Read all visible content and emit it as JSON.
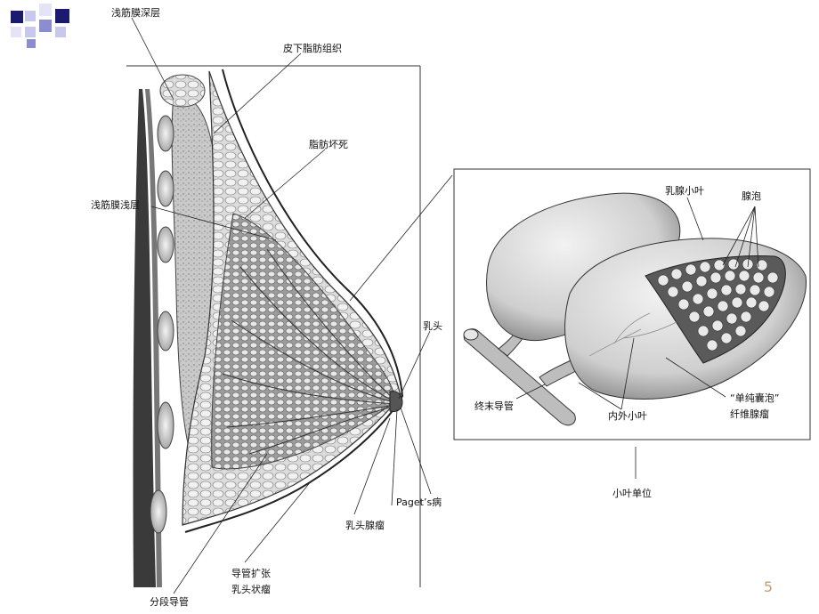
{
  "slide": {
    "page_number": "5",
    "accent_colors": [
      "#1a1a6e",
      "#8c8cd0",
      "#c8c8ee"
    ]
  },
  "breast_section": {
    "labels": {
      "deep_fascia": "浅筋膜深层",
      "subcutaneous_fat": "皮下脂肪组织",
      "fat_necrosis": "脂肪坏死",
      "superficial_fascia": "浅筋膜浅层",
      "nipple": "乳头",
      "pagets": "Paget’s病",
      "nipple_adenoma": "乳头腺瘤",
      "duct_ectasia": "导管扩张",
      "papilloma": "乳头状瘤",
      "segmental_duct": "分段导管"
    }
  },
  "lobule_inset": {
    "labels": {
      "lobule": "乳腺小叶",
      "acini": "腺泡",
      "terminal_duct": "终末导管",
      "intra_extra_lobular": "内外小叶",
      "simple_cyst": "“单纯囊泡”",
      "fibroadenoma": "纤维腺瘤",
      "unit": "小叶单位"
    }
  }
}
